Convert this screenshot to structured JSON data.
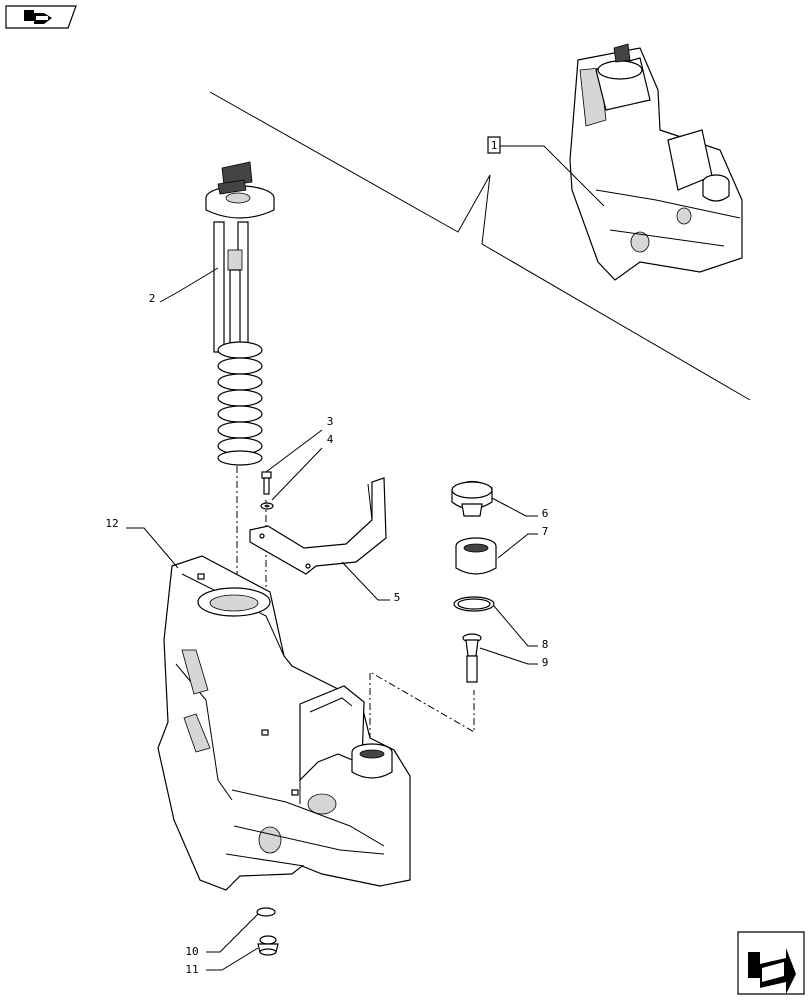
{
  "callouts": [
    {
      "id": "c1",
      "label": "1"
    },
    {
      "id": "c2",
      "label": "2"
    },
    {
      "id": "c3",
      "label": "3"
    },
    {
      "id": "c4",
      "label": "4"
    },
    {
      "id": "c5",
      "label": "5"
    },
    {
      "id": "c6",
      "label": "6"
    },
    {
      "id": "c7",
      "label": "7"
    },
    {
      "id": "c8",
      "label": "8"
    },
    {
      "id": "c9",
      "label": "9"
    },
    {
      "id": "c10",
      "label": "10"
    },
    {
      "id": "c11",
      "label": "11"
    },
    {
      "id": "c12",
      "label": "12"
    }
  ],
  "icons": {
    "top_left": "book-pointer-icon",
    "bottom_right": "next-page-arrow-icon"
  }
}
